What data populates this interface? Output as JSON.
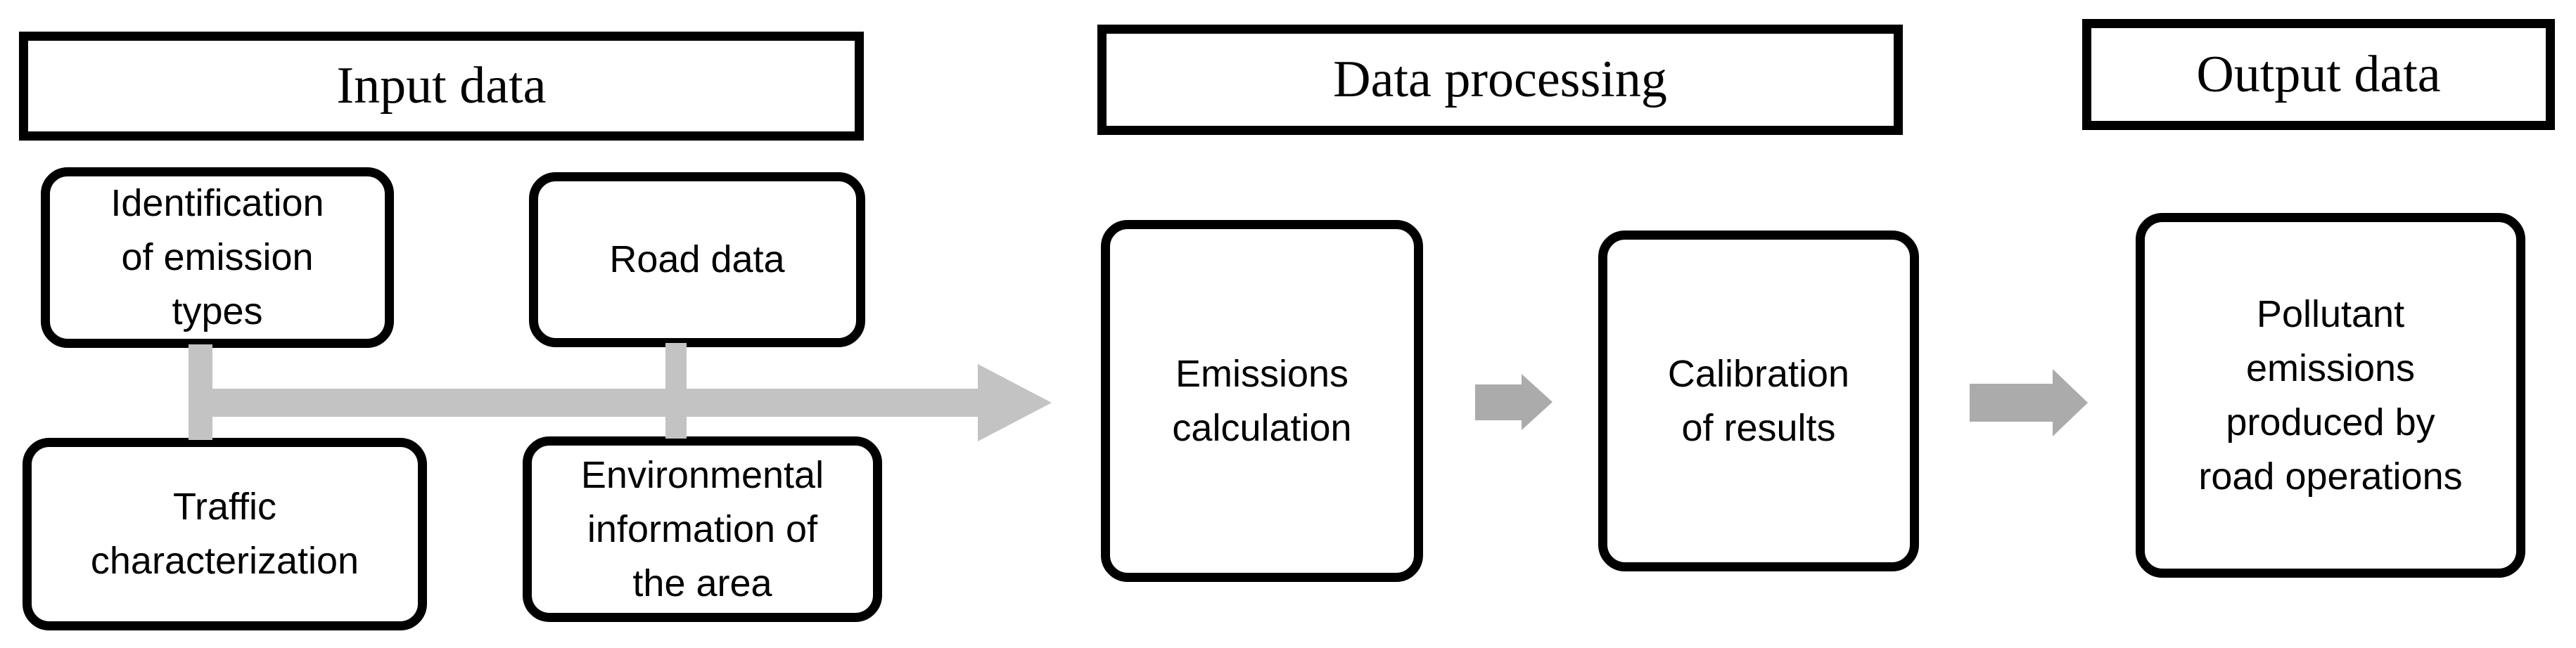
{
  "diagram": {
    "title_note": "three-stage flow diagram",
    "colors": {
      "background": "#ffffff",
      "box_border": "#000000",
      "text": "#000000",
      "connector_light_gray": "#c3c3c3",
      "arrow_mid_gray": "#ababab"
    },
    "headers": {
      "input": "Input data",
      "processing": "Data processing",
      "output": "Output data"
    },
    "boxes": {
      "identification": {
        "text": "Identification of emission types",
        "lines": [
          "Identification",
          "of emission",
          "types"
        ]
      },
      "road": {
        "text": "Road data",
        "lines": [
          "Road data"
        ]
      },
      "traffic": {
        "text": "Traffic characterization",
        "lines": [
          "Traffic",
          "characterization"
        ]
      },
      "environmental": {
        "text": "Environmental information of the area",
        "lines": [
          "Environmental",
          "information of",
          "the area"
        ]
      },
      "emissions": {
        "text": "Emissions calculation",
        "lines": [
          "Emissions",
          "calculation"
        ]
      },
      "calibration": {
        "text": "Calibration of results",
        "lines": [
          "Calibration",
          "of results"
        ]
      },
      "pollutant": {
        "text": "Pollutant emissions produced by road operations",
        "lines": [
          "Pollutant",
          "emissions",
          "produced by",
          "road operations"
        ]
      }
    },
    "connectors": [
      {
        "name": "input-boxes-to-flow-line-left",
        "type": "vertical-line"
      },
      {
        "name": "input-boxes-to-flow-line-right",
        "type": "vertical-line"
      },
      {
        "name": "input-to-emissions-calculation",
        "type": "large-right-arrow"
      },
      {
        "name": "emissions-calculation-to-calibration",
        "type": "small-right-arrow"
      },
      {
        "name": "calibration-to-output",
        "type": "small-right-arrow"
      }
    ]
  }
}
